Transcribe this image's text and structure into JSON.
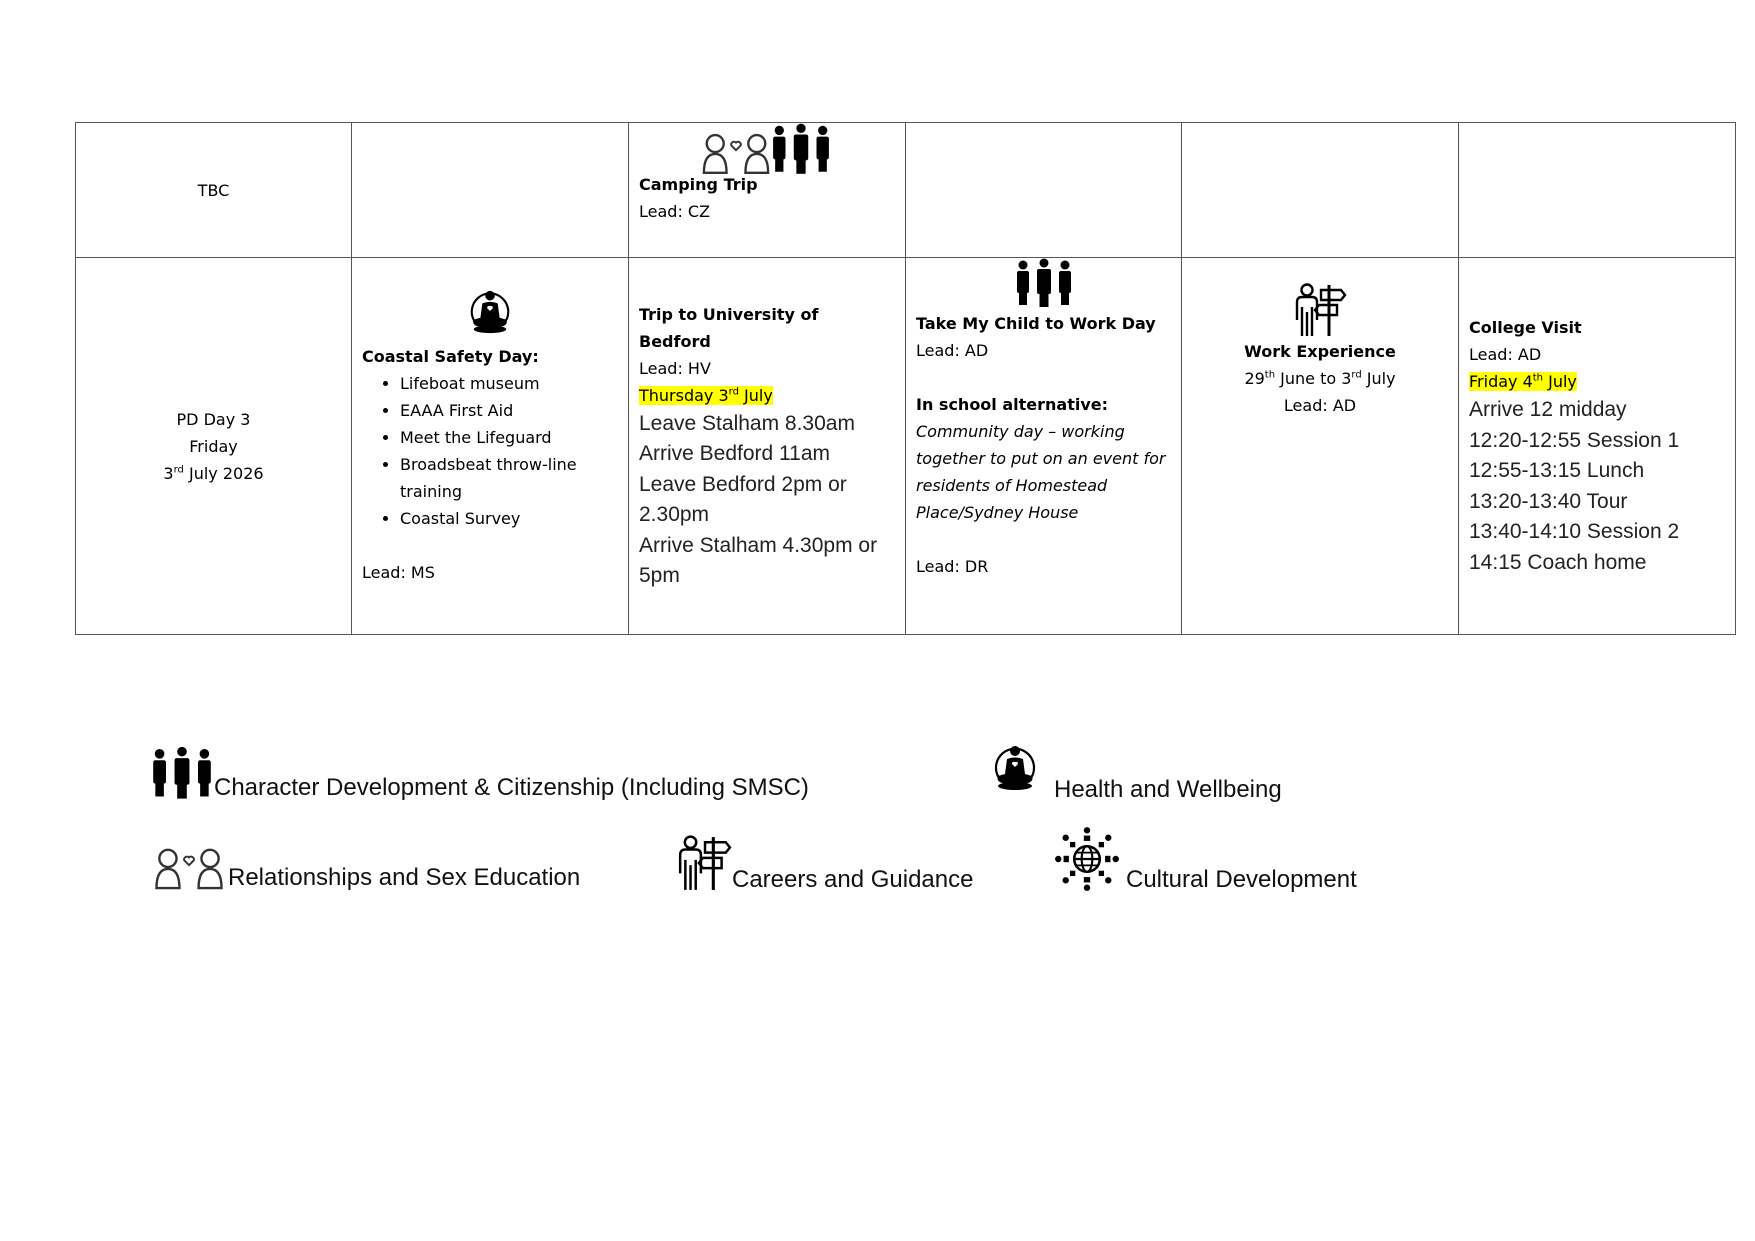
{
  "table": {
    "row1": {
      "col1": {
        "text": "TBC"
      },
      "col2": {},
      "col3": {
        "icons": [
          "relationships-icon",
          "character-development-icon"
        ],
        "title": "Camping Trip",
        "lead": "Lead: CZ"
      },
      "col4": {},
      "col5": {},
      "col6": {}
    },
    "row2": {
      "col1": {
        "line1": "PD Day 3",
        "line2": "Friday",
        "date_num": "3",
        "date_sup": "rd",
        "date_rest": " July 2026"
      },
      "col2": {
        "icon": "health-wellbeing-icon",
        "title": "Coastal Safety Day:",
        "items": [
          "Lifeboat museum",
          "EAAA First Aid",
          "Meet the Lifeguard",
          "Broadsbeat throw-line training",
          "Coastal Survey"
        ],
        "lead": "Lead: MS"
      },
      "col3": {
        "title": "Trip to University of Bedford",
        "lead": "Lead: HV",
        "date_pre": "Thursday 3",
        "date_sup": "rd",
        "date_post": " July",
        "schedule": [
          "Leave Stalham 8.30am",
          "Arrive Bedford 11am",
          "Leave Bedford 2pm or 2.30pm",
          "Arrive Stalham 4.30pm or 5pm"
        ]
      },
      "col4": {
        "icon": "character-development-icon",
        "title": "Take My Child to Work Day",
        "lead": "Lead: AD",
        "alt_title": "In school alternative:",
        "alt_text": "Community day – working together to put on an event for residents of Homestead Place/Sydney House",
        "alt_lead": "Lead: DR"
      },
      "col5": {
        "icon": "careers-guidance-icon",
        "title": "Work Experience",
        "date_a": "29",
        "date_a_sup": "th",
        "date_mid": " June to 3",
        "date_b_sup": "rd",
        "date_end": " July",
        "lead": "Lead: AD"
      },
      "col6": {
        "title": "College Visit",
        "lead": "Lead: AD",
        "date_pre": "Friday 4",
        "date_sup": "th",
        "date_post": " July",
        "schedule": [
          "Arrive 12 midday",
          "12:20-12:55 Session 1",
          "12:55-13:15 Lunch",
          "13:20-13:40 Tour",
          "13:40-14:10 Session 2",
          "14:15 Coach home"
        ]
      }
    }
  },
  "legend": {
    "character": "Character Development & Citizenship (Including SMSC)",
    "health": "Health and Wellbeing",
    "relationships": "Relationships and Sex Education",
    "careers": "Careers and Guidance",
    "cultural": "Cultural Development"
  },
  "colors": {
    "highlight": "#ffff00",
    "border": "#555555",
    "text": "#000000"
  }
}
